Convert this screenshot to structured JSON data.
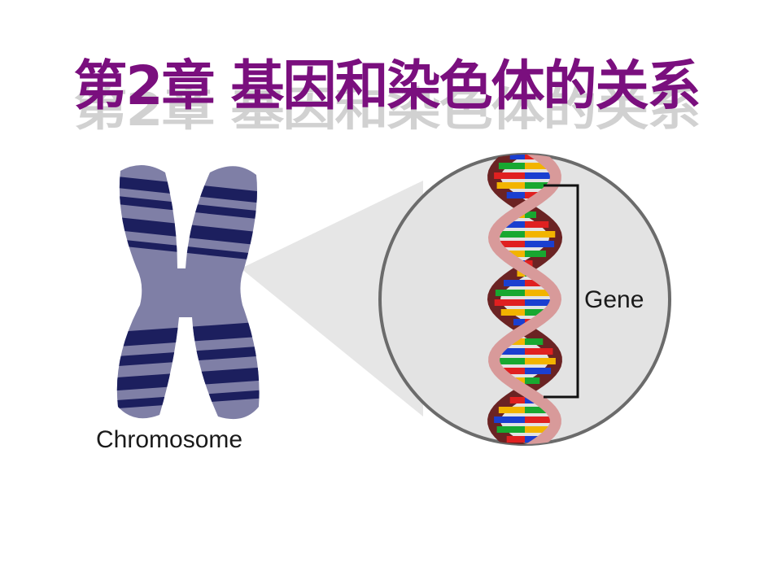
{
  "title": {
    "text": "第2章 基因和染色体的关系",
    "color": "#7a0f7e",
    "shadow_color": "#c9c9c9"
  },
  "labels": {
    "chromosome": "Chromosome",
    "gene": "Gene"
  },
  "colors": {
    "chromosome_light": "#7f7fa6",
    "chromosome_dark": "#1c1f5e",
    "zoom_circle": "#e3e3e3",
    "zoom_outline": "#6b6b6b",
    "backbone_front": "#d89a9a",
    "backbone_back": "#6b2323",
    "base_colors": [
      "#e02020",
      "#f2b400",
      "#1a3fd0",
      "#18a830"
    ]
  }
}
